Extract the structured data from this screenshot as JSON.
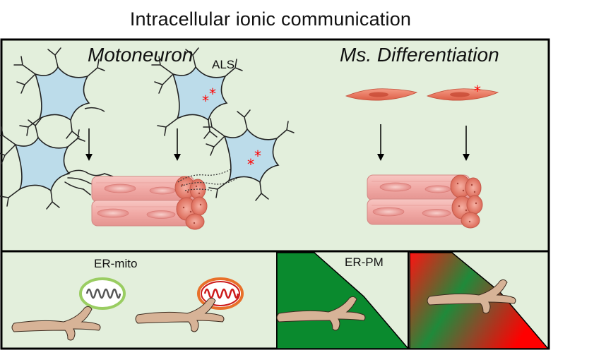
{
  "title": "Intracellular ionic communication",
  "top_panel": {
    "left_heading": "Motoneuron",
    "disease_label": "ALS",
    "right_heading": "Ms. Differentiation"
  },
  "bottom_panel": {
    "er_mito_label": "ER-mito",
    "er_pm_label": "ER-PM"
  },
  "colors": {
    "panel_bg": "#e3efdc",
    "neuron_body": "#bcdcea",
    "muscle_fiber": "#f2b3b0",
    "er_tubule": "#d7b397",
    "healthy_mito_rim": "#9acd62",
    "stressed_mito_rim": "#e8702a",
    "mutation_star": "#ff0000",
    "pm_green": "#0a8a2e",
    "pm_red": "#ff0000"
  }
}
